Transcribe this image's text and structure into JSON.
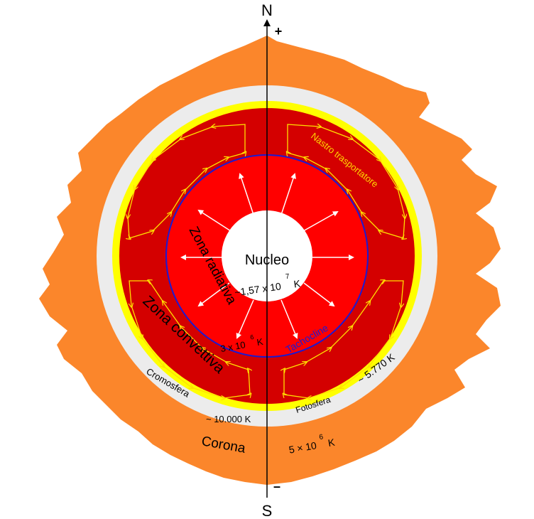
{
  "poles": {
    "north": "N",
    "south": "S",
    "plus": "+",
    "minus": "–"
  },
  "labels": {
    "nucleo": "Nucleo",
    "core_temp_base": "~1,57 x 10",
    "core_temp_exp": "7",
    "core_temp_unit": "K",
    "zona_radiativa": "Zona radiativa",
    "radiative_temp_base": "3 x 10",
    "radiative_temp_exp": "6",
    "radiative_temp_unit": "K",
    "tachocline": "Tachocline",
    "zona_convettiva": "Zona convettiva",
    "nastro": "Nastro trasportatore",
    "cromosfera": "Cromosfera",
    "cromosfera_temp": "~ 10.000 K",
    "fotosfera": "Fotosfera",
    "fotosfera_temp": "~ 5.770 K",
    "corona": "Corona",
    "corona_temp_base": "5 × 10",
    "corona_temp_exp": "6",
    "corona_temp_unit": "K"
  },
  "colors": {
    "corona": "#fb862b",
    "chromosphere": "#ececec",
    "photosphere": "#ffff00",
    "convective_zone": "#d40000",
    "radiative_zone": "#ff0000",
    "core": "#ffffff",
    "tachocline": "#1a1ad4",
    "conveyor": "#ffe000",
    "axis": "#000000",
    "nastro_text": "#ffd700"
  }
}
